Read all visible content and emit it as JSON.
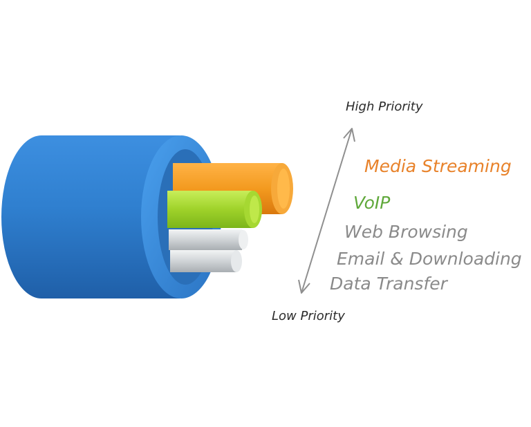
{
  "priority_axis": {
    "high_label": "High Priority",
    "low_label": "Low Priority"
  },
  "services": [
    {
      "label": "Media Streaming",
      "color": "#e8822a"
    },
    {
      "label": "VoIP",
      "color": "#5fa83a"
    },
    {
      "label": "Web Browsing",
      "color": "#8a8a8a"
    },
    {
      "label": "Email & Downloading",
      "color": "#8a8a8a"
    },
    {
      "label": "Data Transfer",
      "color": "#8a8a8a"
    }
  ],
  "colors": {
    "cable_outer": "#2f7fcf",
    "strand_orange": "#f39a1f",
    "strand_green": "#9fd22a",
    "strand_gray": "#cfd3d6",
    "axis": "#8f8f8f"
  }
}
